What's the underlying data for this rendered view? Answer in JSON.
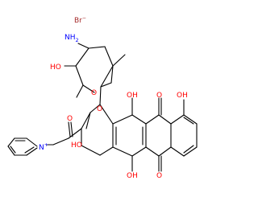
{
  "molecule": {
    "counter_ion": {
      "text": "Br",
      "charge": "−"
    },
    "colors": {
      "bond": "#000000",
      "oxygen": "#ff0000",
      "nitrogen": "#0000ff",
      "bromine": "#a52a2a"
    },
    "atoms": {
      "amine": {
        "text": "NH",
        "sub": "2"
      },
      "hydroxyl_sugar": {
        "text": "HO"
      },
      "ring_oxygen_sugar": {
        "text": "O"
      },
      "glycosidic_oxygen": {
        "text": "O"
      },
      "hydroxyl_ring_b_top": {
        "text": "OH"
      },
      "ketone_top": {
        "text": "O"
      },
      "hydroxyl_ring_d": {
        "text": "OH"
      },
      "ketone_side_chain": {
        "text": "O"
      },
      "hydroxyl_ring_a": {
        "text": "HO"
      },
      "pyridinium_nitrogen": {
        "text": "N",
        "charge": "+"
      },
      "hydroxyl_ring_b_bottom": {
        "text": "OH"
      },
      "ketone_bottom": {
        "text": "O"
      }
    }
  }
}
